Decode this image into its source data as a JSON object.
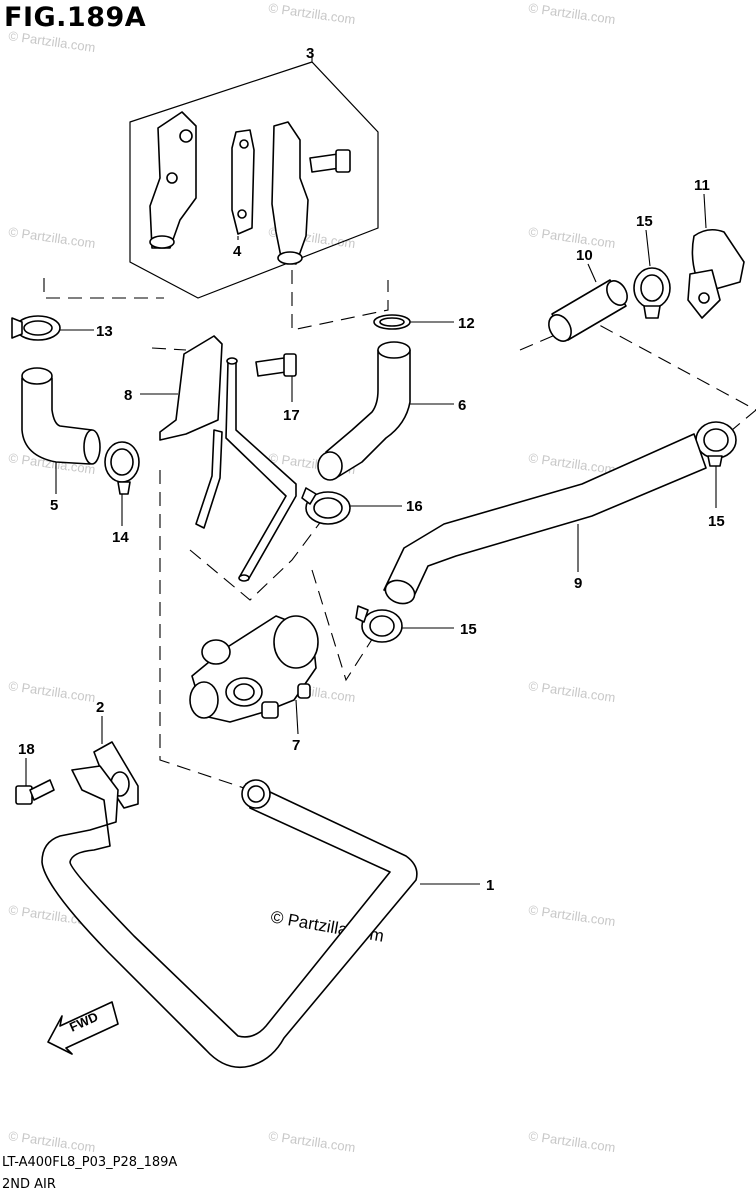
{
  "title": "FIG.189A",
  "footer": {
    "code": "LT-A400FL8_P03_P28_189A",
    "name": "2ND AIR"
  },
  "watermark": "© Partzilla.com",
  "fwd_label": "FWD",
  "callouts": {
    "c1": "1",
    "c2": "2",
    "c3": "3",
    "c4": "4",
    "c5": "5",
    "c6": "6",
    "c7": "7",
    "c8": "8",
    "c9": "9",
    "c10": "10",
    "c11": "11",
    "c12": "12",
    "c13": "13",
    "c14": "14",
    "c15a": "15",
    "c15b": "15",
    "c15c": "15",
    "c16": "16",
    "c17": "17",
    "c18": "18"
  }
}
